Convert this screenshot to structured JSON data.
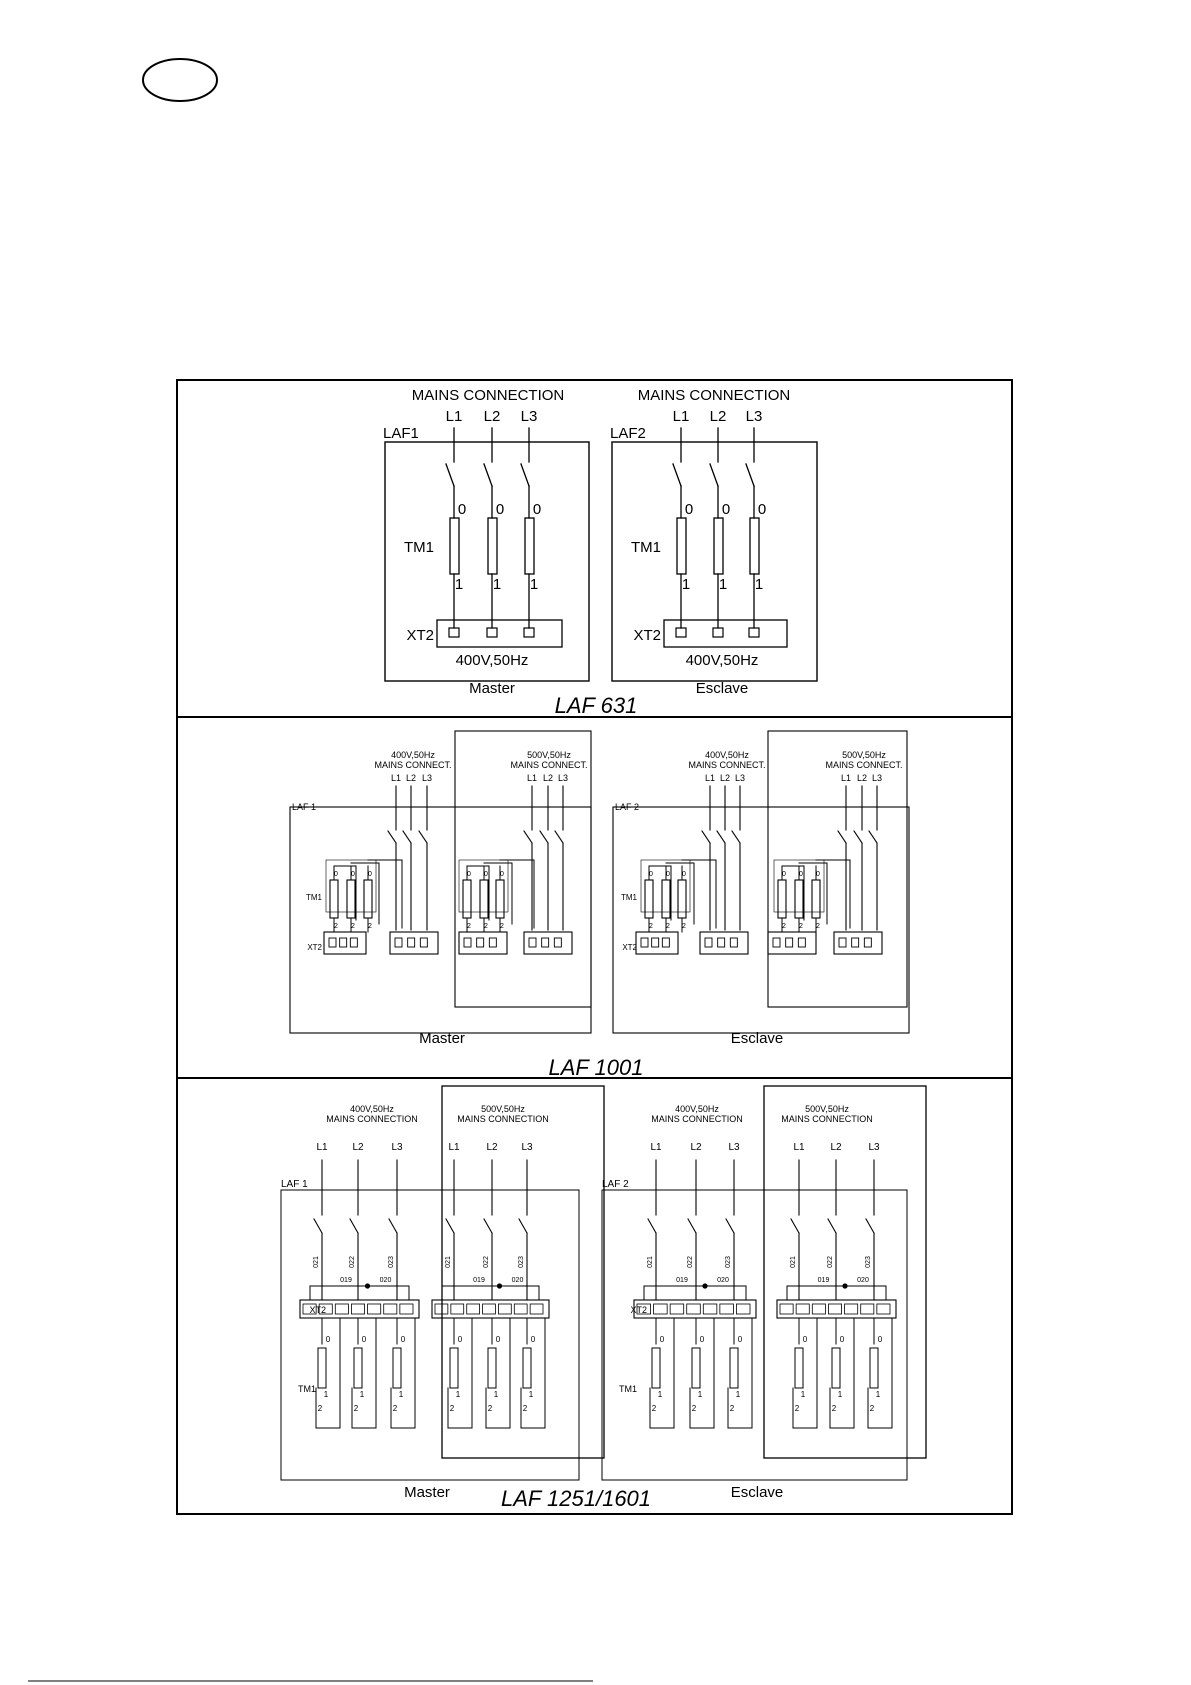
{
  "lang_badge": "",
  "laf631": {
    "title": "LAF 631",
    "mains": "MAINS    CONNECTION",
    "phases": [
      "L1",
      "L2",
      "L3"
    ],
    "zero": "0",
    "one": "1",
    "tm": "TM1",
    "xt": "XT2",
    "voltage": "400V,50Hz",
    "units": [
      {
        "box": "LAF1",
        "role": "Master"
      },
      {
        "box": "LAF2",
        "role": "Esclave"
      }
    ]
  },
  "laf1001": {
    "title": "LAF 1001",
    "v400_a": "400V,50Hz",
    "v400_b": "MAINS CONNECT.",
    "v500_a": "500V,50Hz",
    "v500_b": "MAINS CONNECT.",
    "phases": [
      "L1",
      "L2",
      "L3"
    ],
    "tm": "TM1",
    "xt": "XT2",
    "zero": "0",
    "two": "2",
    "units": [
      {
        "box": "LAF 1",
        "role": "Master"
      },
      {
        "box": "LAF 2",
        "role": "Esclave"
      }
    ]
  },
  "laf1251": {
    "title": "LAF 1251/1601",
    "v400_a": "400V,50Hz",
    "v400_b": "MAINS CONNECTION",
    "v500_a": "500V,50Hz",
    "v500_b": "MAINS CONNECTION",
    "phases": [
      "L1",
      "L2",
      "L3"
    ],
    "wires": [
      "021",
      "022",
      "023"
    ],
    "bridge": [
      "019",
      "020"
    ],
    "tm": "TM1",
    "xt": "XT2",
    "zero": "0",
    "one": "1",
    "two": "2",
    "units": [
      {
        "box": "LAF 1",
        "role": "Master"
      },
      {
        "box": "LAF 2",
        "role": "Esclave"
      }
    ]
  }
}
